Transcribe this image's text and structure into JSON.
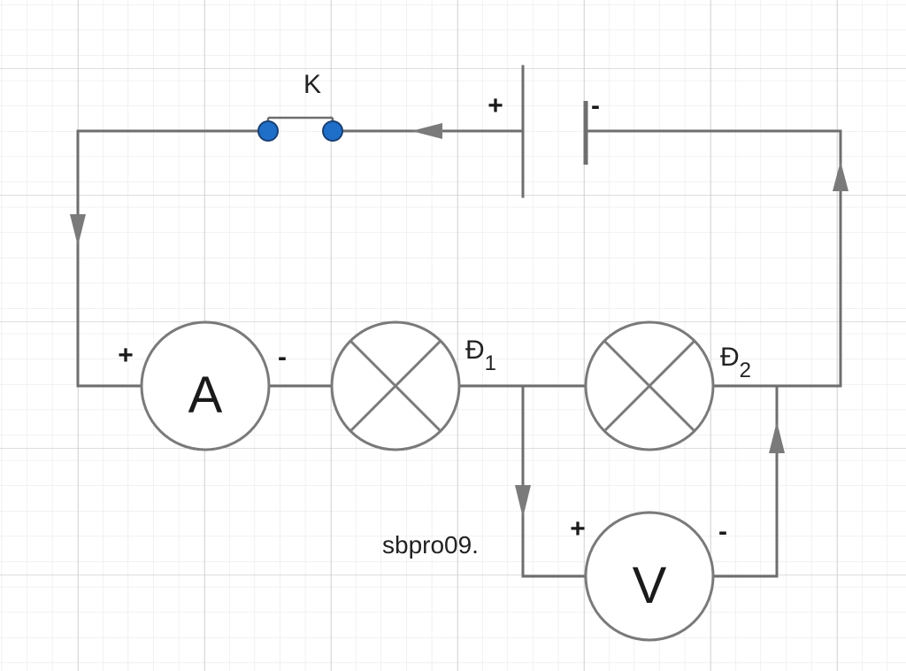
{
  "diagram": {
    "switch_label": "K",
    "battery": {
      "plus": "+",
      "minus": "-"
    },
    "ammeter": {
      "symbol": "A",
      "plus": "+",
      "minus": "-"
    },
    "lamp1": {
      "label": "Đ",
      "subscript": "1"
    },
    "lamp2": {
      "label": "Đ",
      "subscript": "2"
    },
    "voltmeter": {
      "symbol": "V",
      "plus": "+",
      "minus": "-"
    },
    "watermark": "sbpro09.",
    "colors": {
      "wire": "#6e6e6e",
      "grid_minor": "#e3e3e3",
      "grid_major": "#c8c8c8",
      "node_fill": "#1f6fc9"
    }
  }
}
